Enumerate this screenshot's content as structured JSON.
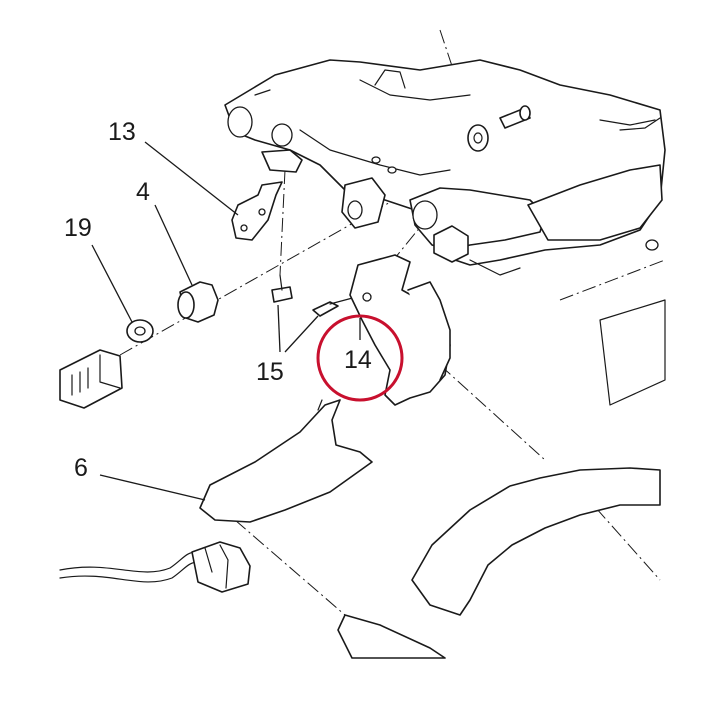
{
  "callouts": [
    {
      "id": "13",
      "label": "13"
    },
    {
      "id": "4",
      "label": "4"
    },
    {
      "id": "19",
      "label": "19"
    },
    {
      "id": "15",
      "label": "15"
    },
    {
      "id": "14",
      "label": "14"
    },
    {
      "id": "6",
      "label": "6"
    }
  ],
  "highlight": {
    "target": "14",
    "color": "#c8102e"
  }
}
